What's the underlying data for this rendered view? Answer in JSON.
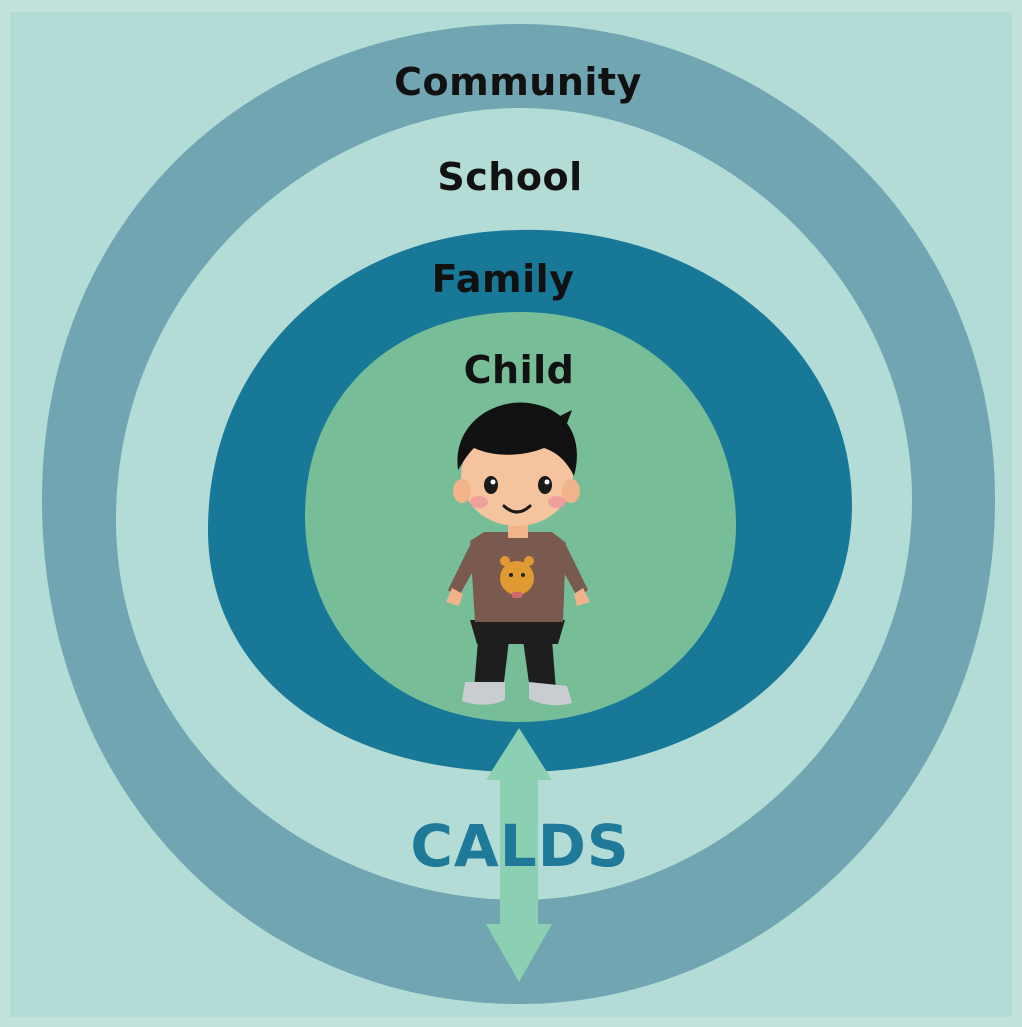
{
  "colors": {
    "background": "#b3dcd7",
    "community_ring": "#70a5b1",
    "school_ring": "#b3dcd7",
    "family_ring": "#177898",
    "child_circle": "#76bd98",
    "arrow": "#8cd0b3",
    "calds_text": "#1f7a9a"
  },
  "layers": {
    "community": "Community",
    "school": "School",
    "family": "Family",
    "child": "Child"
  },
  "arrow_label": "CALDS",
  "icons": {
    "child": "child-illustration-icon",
    "arrow": "double-arrow-icon"
  }
}
